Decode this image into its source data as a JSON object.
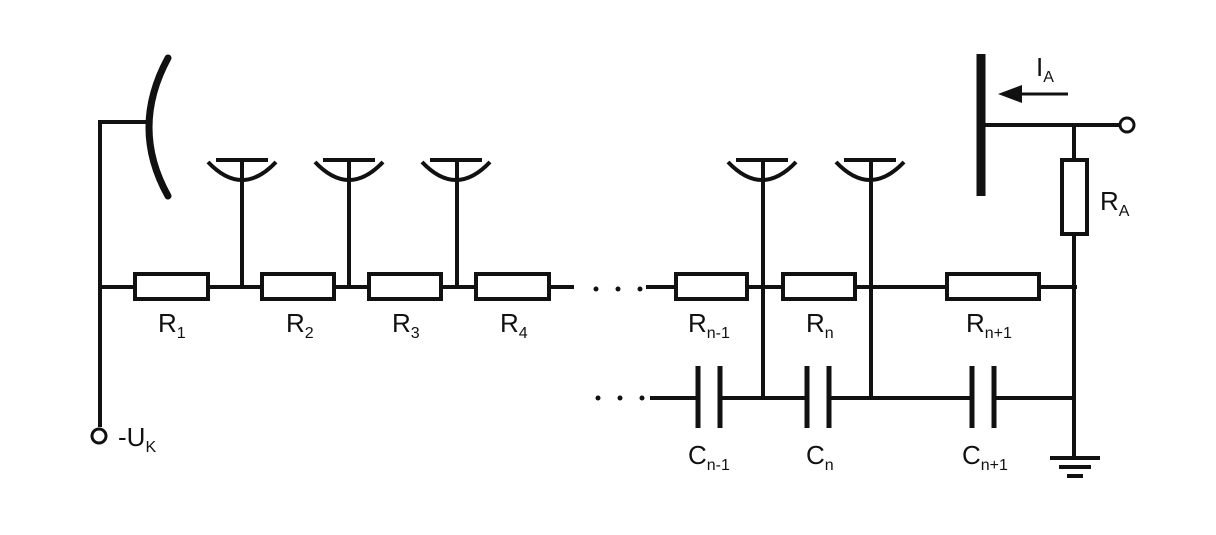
{
  "labels": {
    "R1": {
      "main": "R",
      "sub": "1"
    },
    "R2": {
      "main": "R",
      "sub": "2"
    },
    "R3": {
      "main": "R",
      "sub": "3"
    },
    "R4": {
      "main": "R",
      "sub": "4"
    },
    "Rn_1": {
      "main": "R",
      "sub": "n-1"
    },
    "Rn": {
      "main": "R",
      "sub": "n"
    },
    "Rn1": {
      "main": "R",
      "sub": "n+1"
    },
    "RA": {
      "main": "R",
      "sub": "A"
    },
    "Cn_1": {
      "main": "C",
      "sub": "n-1"
    },
    "Cn": {
      "main": "C",
      "sub": "n"
    },
    "Cn1": {
      "main": "C",
      "sub": "n+1"
    },
    "IA": {
      "main": "I",
      "sub": "A"
    },
    "UK": {
      "main": "-U",
      "sub": "K"
    }
  },
  "ellipsis": "· · ·"
}
